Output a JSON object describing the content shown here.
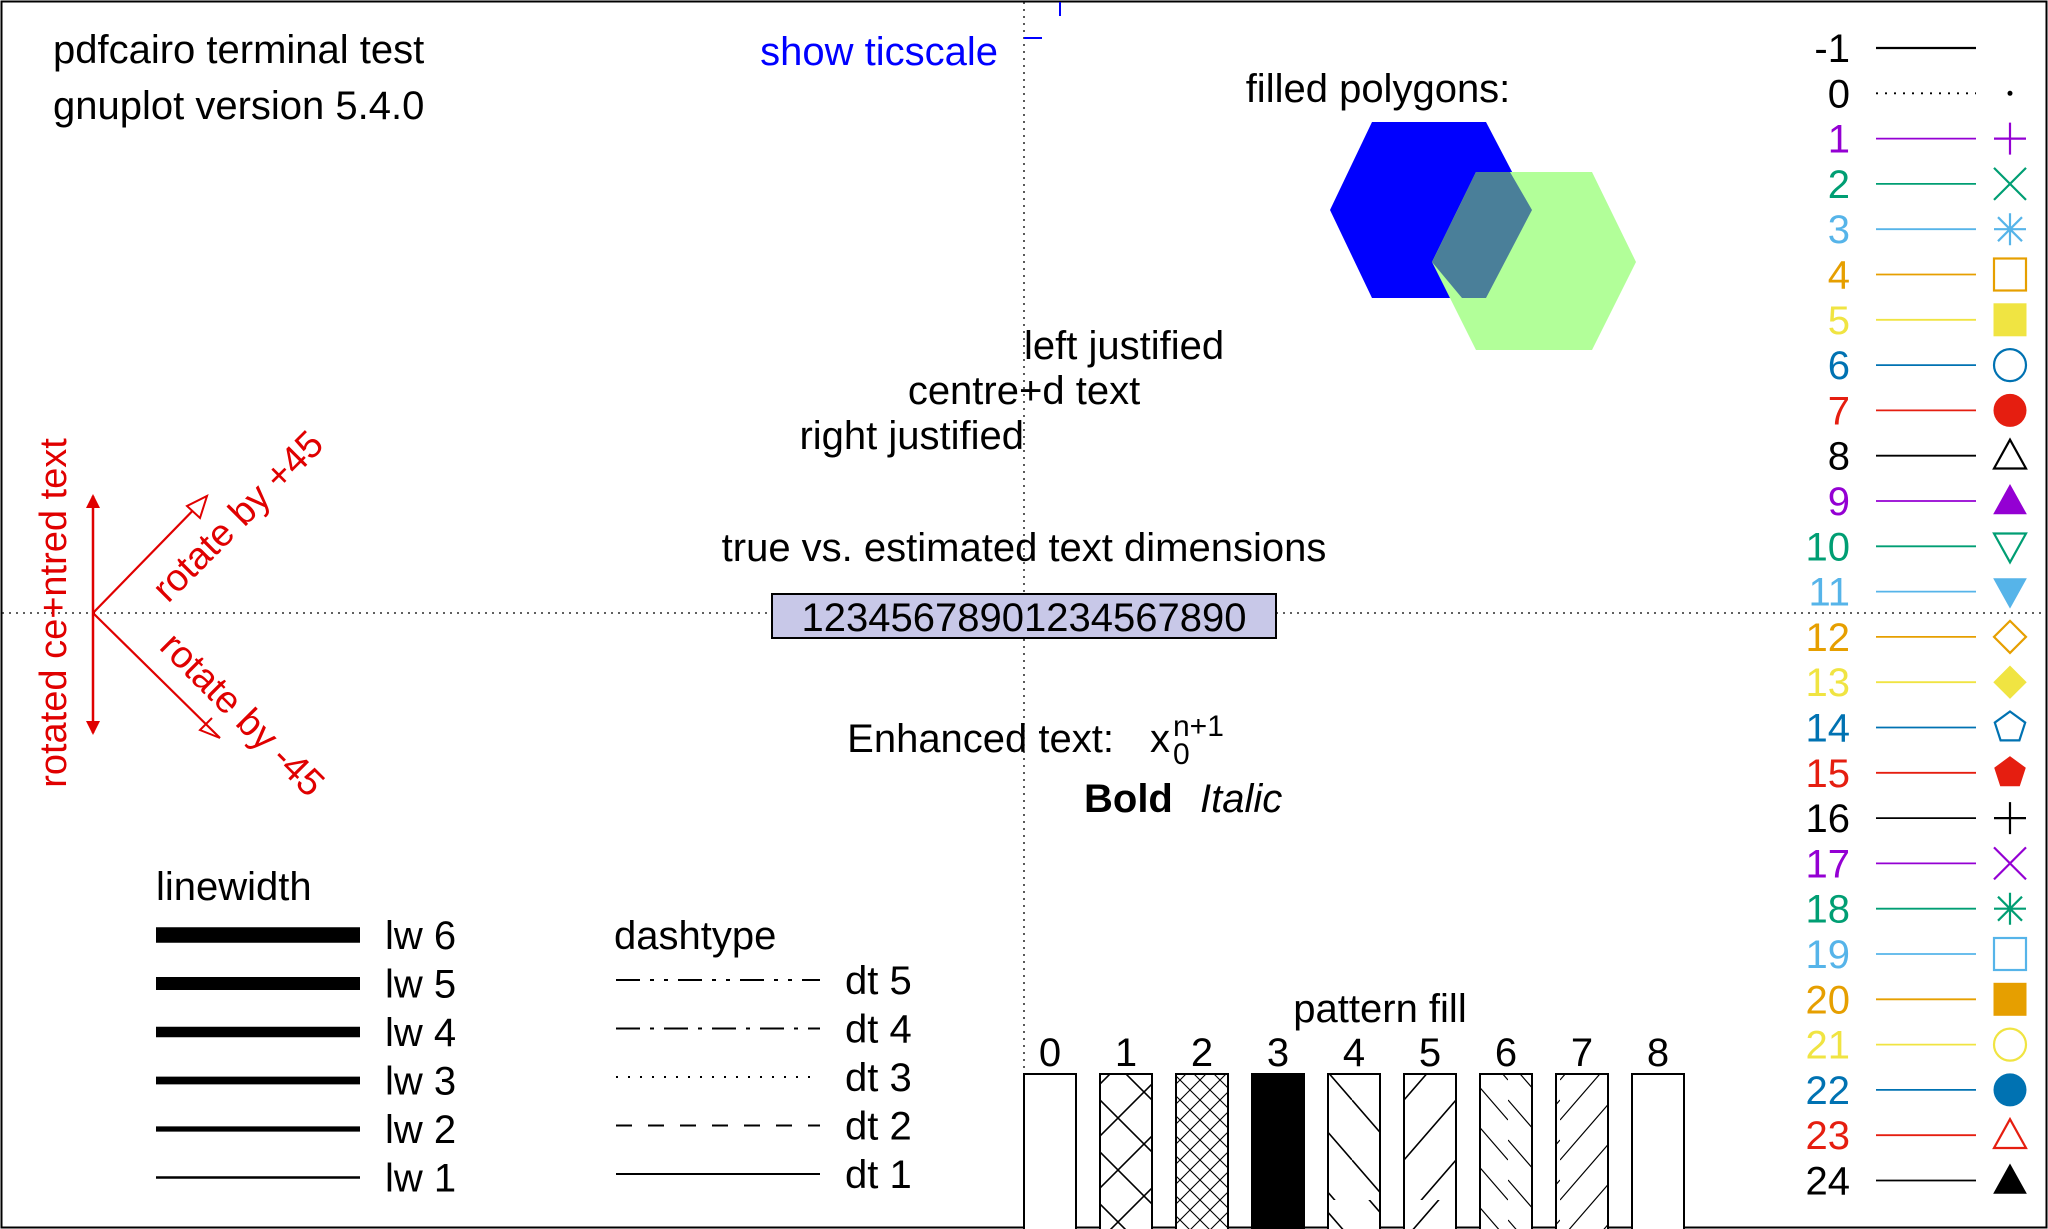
{
  "header": {
    "terminal": "pdfcairo  terminal test",
    "version": "gnuplot version 5.4.0"
  },
  "ticscale_label": "show ticscale",
  "polygons": {
    "title": "filled polygons:",
    "colors": [
      "#0000ff",
      "#b2ff99",
      "#4a7f99"
    ]
  },
  "justification": {
    "left": "left justified",
    "centre": "centre+d text",
    "right": "right justified"
  },
  "dimensions": {
    "title": "true vs. estimated text dimensions",
    "sample": "12345678901234567890",
    "box_fill": "#c8c8e8"
  },
  "enhanced": {
    "label": "Enhanced text:",
    "base": "x",
    "subscript": "0",
    "superscript": "n+1",
    "bold": "Bold",
    "italic": "Italic"
  },
  "rotation": {
    "vertical": "rotated ce+ntred text",
    "plus45": "rotate by +45",
    "minus45": "rotate by -45",
    "color": "#e00000"
  },
  "linewidth": {
    "title": "linewidth",
    "items": [
      {
        "label": "lw 6",
        "width": 6
      },
      {
        "label": "lw 5",
        "width": 5
      },
      {
        "label": "lw 4",
        "width": 4
      },
      {
        "label": "lw 3",
        "width": 3
      },
      {
        "label": "lw 2",
        "width": 2
      },
      {
        "label": "lw 1",
        "width": 1
      }
    ]
  },
  "dashtype": {
    "title": "dashtype",
    "items": [
      {
        "label": "dt 5",
        "type": 5
      },
      {
        "label": "dt 4",
        "type": 4
      },
      {
        "label": "dt 3",
        "type": 3
      },
      {
        "label": "dt 2",
        "type": 2
      },
      {
        "label": "dt 1",
        "type": 1
      }
    ]
  },
  "pattern_fill": {
    "title": "pattern fill",
    "patterns": [
      "0",
      "1",
      "2",
      "3",
      "4",
      "5",
      "6",
      "7",
      "8"
    ]
  },
  "linetypes": [
    {
      "label": "-1",
      "color": "#000000",
      "point": "none"
    },
    {
      "label": "0",
      "color": "#000000",
      "point": "dot"
    },
    {
      "label": "1",
      "color": "#9400d3",
      "point": "plus"
    },
    {
      "label": "2",
      "color": "#009e73",
      "point": "cross"
    },
    {
      "label": "3",
      "color": "#56b4e9",
      "point": "star"
    },
    {
      "label": "4",
      "color": "#e69f00",
      "point": "box"
    },
    {
      "label": "5",
      "color": "#f0e442",
      "point": "box-filled"
    },
    {
      "label": "6",
      "color": "#0072b2",
      "point": "circle"
    },
    {
      "label": "7",
      "color": "#e51e10",
      "point": "circle-filled"
    },
    {
      "label": "8",
      "color": "#000000",
      "point": "triangle"
    },
    {
      "label": "9",
      "color": "#9400d3",
      "point": "triangle-filled"
    },
    {
      "label": "10",
      "color": "#009e73",
      "point": "triangle-down"
    },
    {
      "label": "11",
      "color": "#56b4e9",
      "point": "triangle-down-filled"
    },
    {
      "label": "12",
      "color": "#e69f00",
      "point": "diamond"
    },
    {
      "label": "13",
      "color": "#f0e442",
      "point": "diamond-filled"
    },
    {
      "label": "14",
      "color": "#0072b2",
      "point": "pentagon"
    },
    {
      "label": "15",
      "color": "#e51e10",
      "point": "pentagon-filled"
    },
    {
      "label": "16",
      "color": "#000000",
      "point": "plus"
    },
    {
      "label": "17",
      "color": "#9400d3",
      "point": "cross"
    },
    {
      "label": "18",
      "color": "#009e73",
      "point": "star"
    },
    {
      "label": "19",
      "color": "#56b4e9",
      "point": "box"
    },
    {
      "label": "20",
      "color": "#e69f00",
      "point": "box-filled"
    },
    {
      "label": "21",
      "color": "#f0e442",
      "point": "circle"
    },
    {
      "label": "22",
      "color": "#0072b2",
      "point": "circle-filled"
    },
    {
      "label": "23",
      "color": "#e51e10",
      "point": "triangle"
    },
    {
      "label": "24",
      "color": "#000000",
      "point": "triangle-filled"
    }
  ]
}
